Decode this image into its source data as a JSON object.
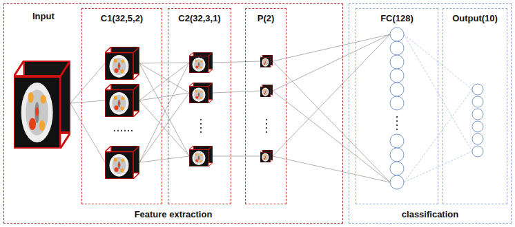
{
  "diagram": {
    "nodes": [
      {
        "text": [
          "Feature extraction"
        ]
      },
      {
        "text": [
          "C1(32,5,2)"
        ],
        "in": 0
      },
      {
        "text": [
          "C2(32,3,1)"
        ],
        "in": 0
      },
      {
        "text": [
          "P(2)"
        ],
        "in": 0
      },
      {
        "text": [
          "classification"
        ]
      },
      {
        "text": [
          "FC(128)"
        ],
        "in": 4
      },
      {
        "text": [
          "Output(10)"
        ],
        "in": 4
      }
    ],
    "labels": [
      "Input"
    ]
  }
}
